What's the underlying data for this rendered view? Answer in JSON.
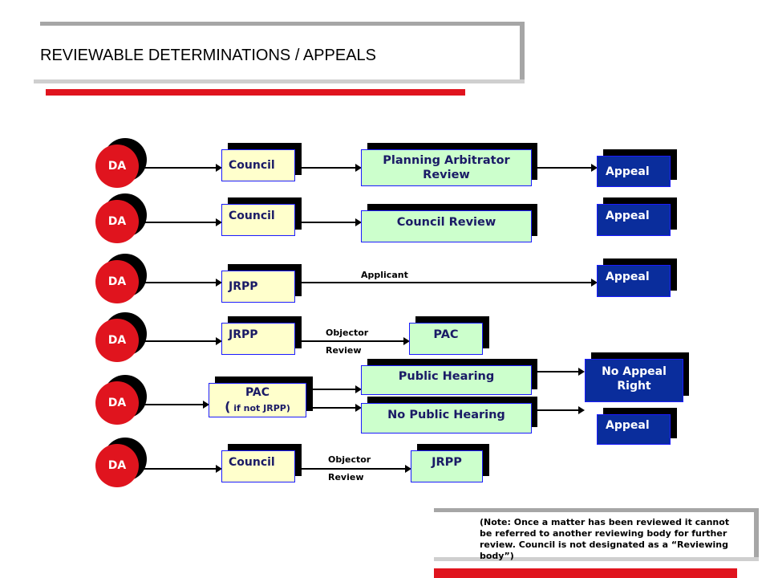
{
  "title": "REVIEWABLE DETERMINATIONS / APPEALS",
  "colors": {
    "red": "#e0141e",
    "navy": "#0a2d9c",
    "yellow": "#ffffcc",
    "green": "#ccffcc"
  },
  "rows": [
    {
      "start": "DA",
      "decider": "Council",
      "review": "Planning Arbitrator Review",
      "outcome": "Appeal"
    },
    {
      "start": "DA",
      "decider": "Council",
      "review": "Council Review",
      "outcome": "Appeal"
    },
    {
      "start": "DA",
      "decider": "JRPP",
      "path_label": "Applicant",
      "outcome": "Appeal"
    },
    {
      "start": "DA",
      "decider": "JRPP",
      "path_label_1": "Objector",
      "path_label_2": "Review",
      "reviewer": "PAC"
    },
    {
      "start": "DA",
      "decider_line1": "PAC",
      "decider_line2_paren_open": "(",
      "decider_line2": " if not JRPP)",
      "review_a": "Public Hearing",
      "outcome_a_line1": "No Appeal",
      "outcome_a_line2": "Right",
      "review_b": "No Public Hearing",
      "outcome_b": "Appeal"
    },
    {
      "start": "DA",
      "decider": "Council",
      "path_label_1": "Objector",
      "path_label_2": "Review",
      "reviewer": "JRPP"
    }
  ],
  "note": "(Note: Once a matter has been reviewed it cannot be referred to another reviewing body for further review.  Council is not designated as a “Reviewing body”)"
}
